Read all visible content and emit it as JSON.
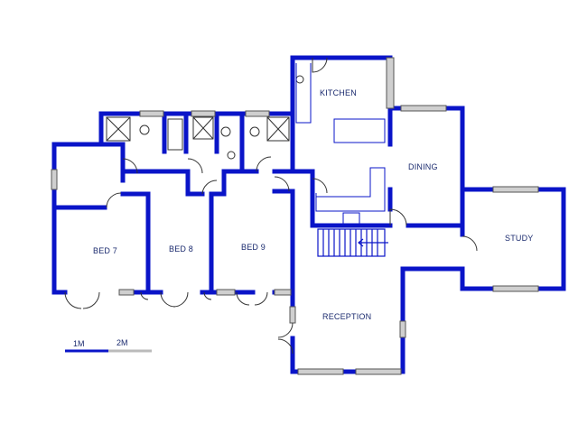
{
  "rooms": {
    "kitchen": "KITCHEN",
    "dining": "DINING",
    "study": "STUDY",
    "bed7": "BED 7",
    "bed8": "BED 8",
    "bed9": "BED 9",
    "reception": "RECEPTION"
  },
  "scale": {
    "label_1": "1M",
    "label_2": "2M"
  },
  "colors": {
    "wall": "#0a14c8",
    "scale_primary": "#0a14c8",
    "scale_secondary": "#bbbbbb"
  }
}
